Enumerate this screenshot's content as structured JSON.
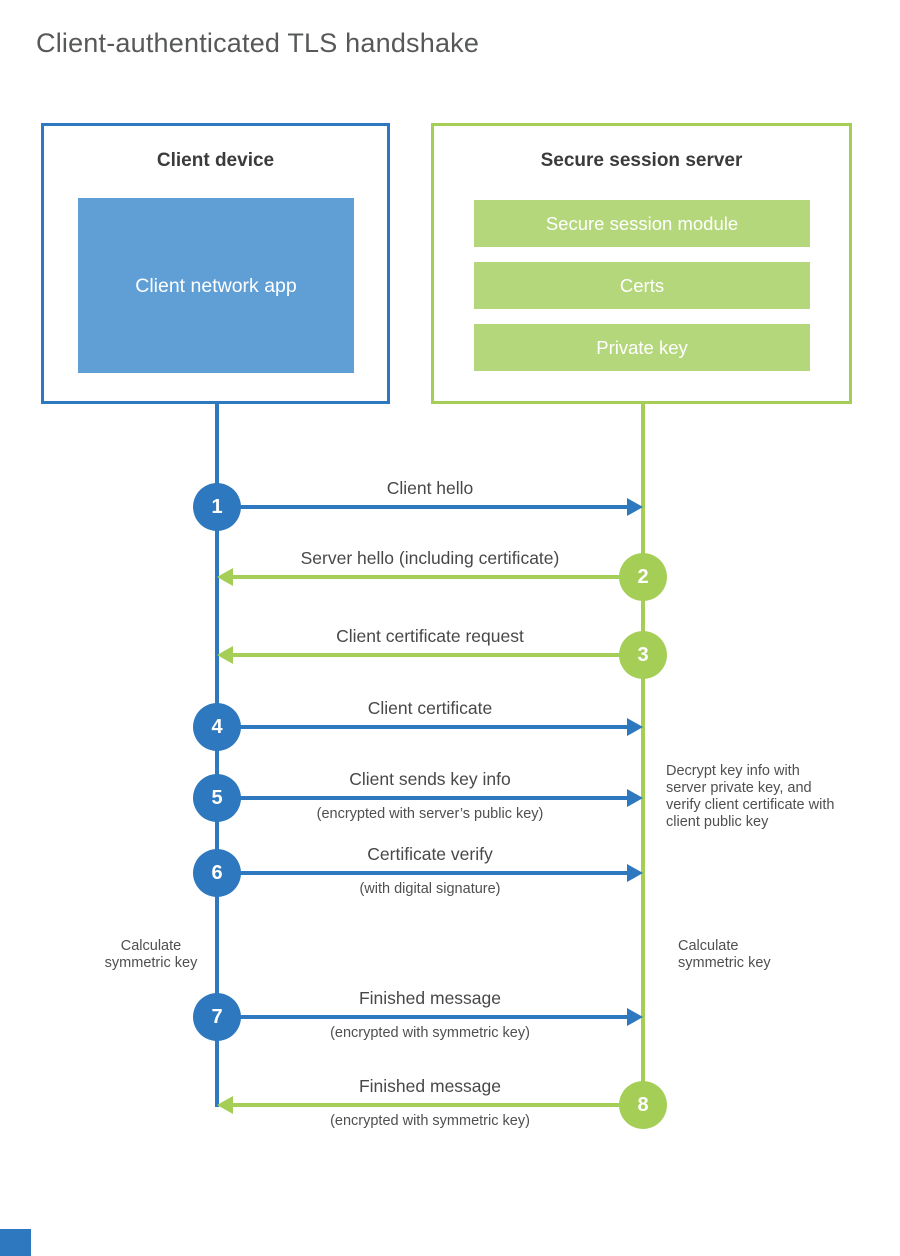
{
  "title": "Client-authenticated TLS handshake",
  "colors": {
    "blue_stroke": "#2d78be",
    "blue_fill": "#5f9fd6",
    "green_stroke": "#a5ce56",
    "green_fill": "#b5d77c",
    "text_dark": "#3b3b3b",
    "text_gray": "#484848",
    "title_gray": "#57585a"
  },
  "client": {
    "heading": "Client device",
    "app_label": "Client network app"
  },
  "server": {
    "heading": "Secure session server",
    "modules": [
      "Secure session module",
      "Certs",
      "Private key"
    ]
  },
  "steps": [
    {
      "num": "1",
      "label": "Client hello",
      "sub": "",
      "direction": "client-to-server",
      "color": "blue"
    },
    {
      "num": "2",
      "label": "Server hello (including certificate)",
      "sub": "",
      "direction": "server-to-client",
      "color": "green"
    },
    {
      "num": "3",
      "label": "Client certificate request",
      "sub": "",
      "direction": "server-to-client",
      "color": "green"
    },
    {
      "num": "4",
      "label": "Client certificate",
      "sub": "",
      "direction": "client-to-server",
      "color": "blue"
    },
    {
      "num": "5",
      "label": "Client sends key info",
      "sub": "(encrypted with server’s public key)",
      "direction": "client-to-server",
      "color": "blue"
    },
    {
      "num": "6",
      "label": "Certificate verify",
      "sub": "(with digital signature)",
      "direction": "client-to-server",
      "color": "blue"
    },
    {
      "num": "7",
      "label": "Finished message",
      "sub": "(encrypted with symmetric key)",
      "direction": "client-to-server",
      "color": "blue"
    },
    {
      "num": "8",
      "label": "Finished message",
      "sub": "(encrypted with symmetric key)",
      "direction": "server-to-client",
      "color": "green"
    }
  ],
  "notes": {
    "decrypt_note": "Decrypt key info with server private key, and verify client certificate with client public key",
    "calc_left": "Calculate symmetric key",
    "calc_right": "Calculate symmetric key"
  }
}
